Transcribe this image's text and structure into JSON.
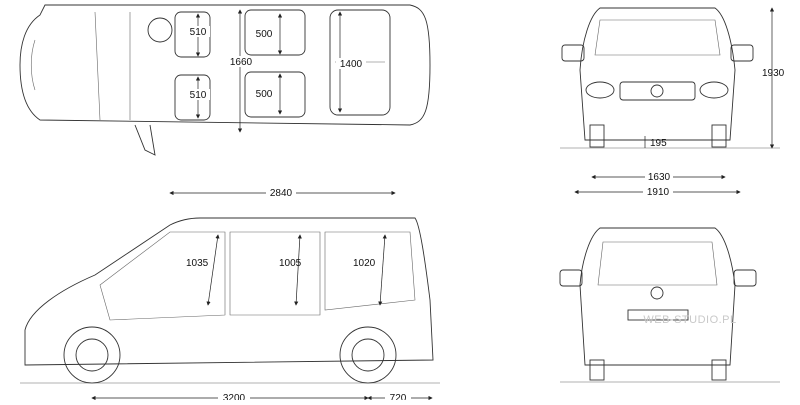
{
  "labels": {
    "top_seat_front_left": "510",
    "top_seat_front_right": "510",
    "top_seat_mid_top": "500",
    "top_seat_mid_bottom": "500",
    "top_cabin_length": "1660",
    "top_rear_bench": "1400",
    "side_roof": "2840",
    "side_head_front": "1035",
    "side_head_mid": "1005",
    "side_head_rear": "1020",
    "side_wheelbase": "3200",
    "side_overhang": "720",
    "front_height": "1930",
    "front_clearance": "195",
    "front_track": "1630",
    "front_width": "1910"
  },
  "watermark": "WEB-STUDIO.PL"
}
